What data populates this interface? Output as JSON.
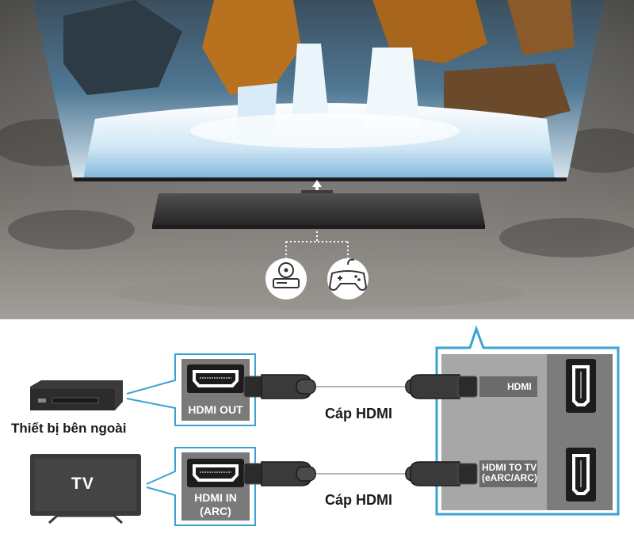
{
  "external_device": {
    "label": "Thiết bị bên ngoài",
    "icon": "blu-ray-player-icon"
  },
  "tv": {
    "label": "TV",
    "icon": "tv-icon"
  },
  "external_ports": [
    {
      "label": "HDMI OUT"
    },
    {
      "label_line1": "HDMI IN",
      "label_line2": "(ARC)"
    }
  ],
  "cables": [
    {
      "label": "Cáp HDMI"
    },
    {
      "label": "Cáp HDMI"
    }
  ],
  "soundbar_panel": {
    "port1_label": "HDMI",
    "port2_label_line1": "HDMI TO TV",
    "port2_label_line2": "(eARC/ARC)"
  },
  "photo_icons": [
    "disc-player-icon",
    "gamepad-icon"
  ],
  "colors": {
    "accent": "#3aa3d4",
    "panel": "#a7a7a7",
    "panel_dark": "#7c7c7c",
    "port_bg": "#6b6b6b",
    "device": "#3a3a3a"
  }
}
